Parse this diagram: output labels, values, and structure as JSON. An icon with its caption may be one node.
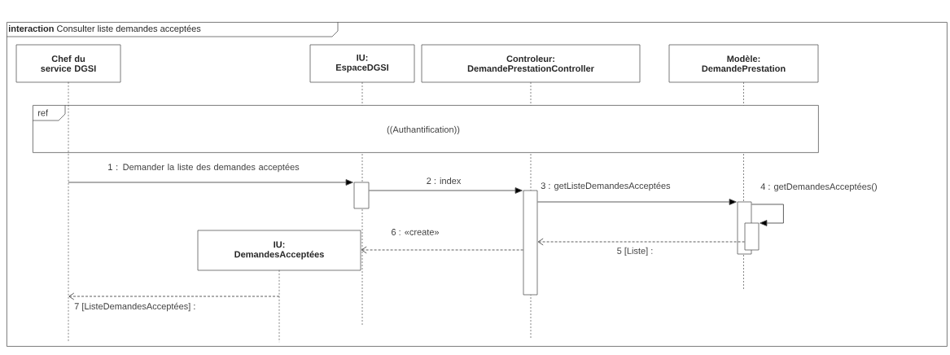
{
  "diagram": {
    "nodes": [
      {
        "text": [
          "**interaction** Consulter liste demandes acceptées"
        ]
      },
      {
        "text": [
          "Chef du service DGSI"
        ],
        "in": 0
      },
      {
        "text": [
          "IU: EspaceDGSI"
        ],
        "in": 0
      },
      {
        "text": [
          "Controleur: DemandePrestationController"
        ],
        "in": 0
      },
      {
        "text": [
          "Modèle: DemandePrestation"
        ],
        "in": 0
      },
      {
        "text": [
          "ref",
          "((Authantification))"
        ],
        "in": 0
      },
      {
        "text": [
          "IU: DemandesAcceptées"
        ],
        "in": 0
      },
      {
        "text": [],
        "shape": "bar",
        "in": 0
      },
      {
        "text": [],
        "shape": "bar",
        "in": 0
      },
      {
        "text": [],
        "shape": "bar",
        "in": 0
      },
      {
        "text": [],
        "shape": "bar",
        "in": 0
      },
      {
        "text": [],
        "shape": "line",
        "in": 0
      },
      {
        "text": [],
        "shape": "line",
        "in": 0
      }
    ],
    "edges": [
      {
        "from": 11,
        "to": 7,
        "arrow": "to",
        "label": "1 : Demander la liste des demandes acceptées"
      },
      {
        "from": 7,
        "to": 8,
        "arrow": "to",
        "label": "2 : index"
      },
      {
        "from": 8,
        "to": 9,
        "arrow": "to",
        "label": "3 : getListeDemandesAcceptées"
      },
      {
        "from": 9,
        "to": 10,
        "arrow": "to",
        "label": "4 : getDemandesAcceptées()"
      },
      {
        "from": 10,
        "to": 8,
        "arrow": "to",
        "label": "5 [Liste] :",
        "style": "dashed"
      },
      {
        "from": 8,
        "to": 6,
        "arrow": "to",
        "label": "6 : «create»",
        "style": "dashed"
      },
      {
        "from": 12,
        "to": 11,
        "arrow": "to",
        "label": "7 [ListeDemandesAcceptées] :",
        "style": "dashed"
      }
    ]
  }
}
